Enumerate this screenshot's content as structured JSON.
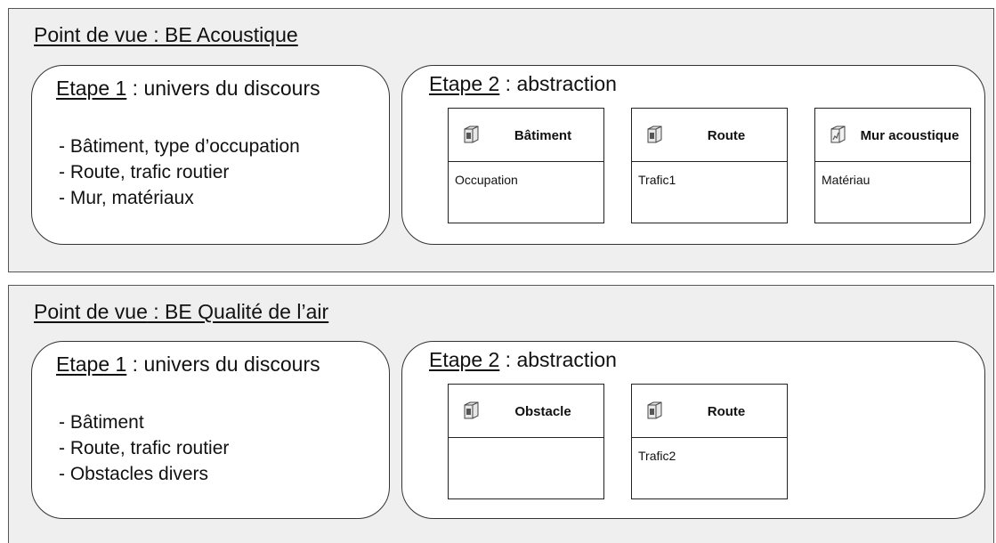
{
  "viewpoints": [
    {
      "title_prefix": "Point de vue",
      "separator": " : ",
      "title_name": "BE Acoustique",
      "step1": {
        "label": "Etape 1",
        "suffix": " : univers du discours",
        "items": [
          "Bâtiment, type d’occupation",
          "Route, trafic routier",
          "Mur, matériaux"
        ]
      },
      "step2": {
        "label": "Etape 2",
        "suffix": " : abstraction",
        "classes": [
          {
            "name": "Bâtiment",
            "attribute": "Occupation",
            "icon": "building-class-icon"
          },
          {
            "name": "Route",
            "attribute": "Trafic1",
            "icon": "road-class-icon"
          },
          {
            "name": "Mur acoustique",
            "attribute": "Matériau",
            "icon": "wall-class-icon"
          }
        ]
      }
    },
    {
      "title_prefix": "Point de vue",
      "separator": " : ",
      "title_name": "BE Qualité de l’air",
      "step1": {
        "label": "Etape 1",
        "suffix": " : univers du discours",
        "items": [
          "Bâtiment",
          "Route, trafic routier",
          "Obstacles divers"
        ]
      },
      "step2": {
        "label": "Etape 2",
        "suffix": " : abstraction",
        "classes": [
          {
            "name": "Obstacle",
            "attribute": "",
            "icon": "obstacle-class-icon"
          },
          {
            "name": "Route",
            "attribute": "Trafic2",
            "icon": "road-class-icon"
          }
        ]
      }
    }
  ]
}
